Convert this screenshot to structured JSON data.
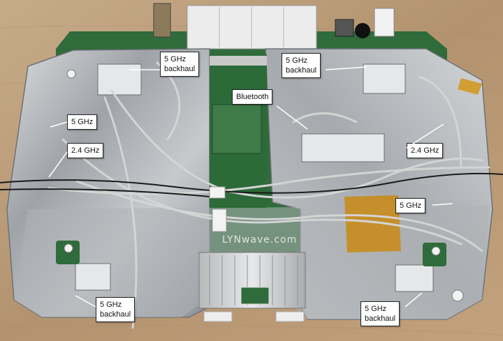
{
  "photo": {
    "watermark": "LYNwave.com",
    "colors": {
      "wood": "#b79a78",
      "metal": "#bfc2c5",
      "pcb": "#2f6b3b",
      "cable": "#d0d0d0",
      "tape": "#c98a14"
    }
  },
  "labels": {
    "backhaul_top_left": "5 GHz\nbackhaul",
    "backhaul_top_right": "5 GHz\nbackhaul",
    "backhaul_bottom_left": "5 GHz\nbackhaul",
    "backhaul_bottom_right": "5 GHz\nbackhaul",
    "bluetooth": "Bluetooth",
    "five_ghz_left": "5 GHz",
    "five_ghz_right": "5 GHz",
    "two_four_ghz_left": "2.4 GHz",
    "two_four_ghz_right": "2.4 GHz"
  }
}
